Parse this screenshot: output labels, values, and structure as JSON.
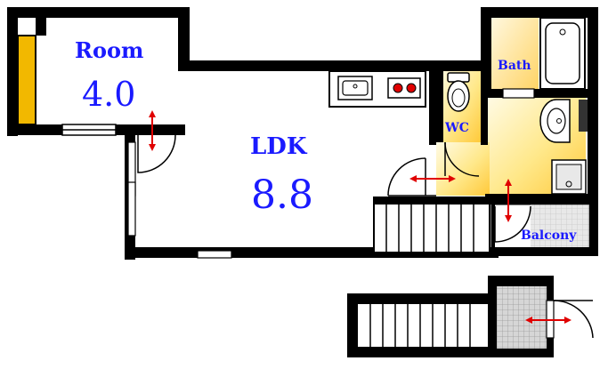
{
  "rooms": {
    "room": {
      "name": "Room",
      "size": "4.0"
    },
    "ldk": {
      "name": "LDK",
      "size": "8.8"
    },
    "bath": {
      "name": "Bath"
    },
    "wc": {
      "name": "WC"
    },
    "balcony": {
      "name": "Balcony"
    }
  },
  "colors": {
    "wall": "#000000",
    "text": "#1a1aff",
    "closet": "#f2b800",
    "wet_area_light": "#fff6c8",
    "wet_area_dark": "#ffd24a",
    "arrow": "#e00000",
    "landing": "#c8c8c8"
  },
  "icons": [
    "toilet-icon",
    "bathtub-icon",
    "washbasin-icon",
    "kitchen-sink-icon",
    "stove-icon",
    "washing-machine-icon",
    "door-swing-icon",
    "double-arrow-icon"
  ]
}
